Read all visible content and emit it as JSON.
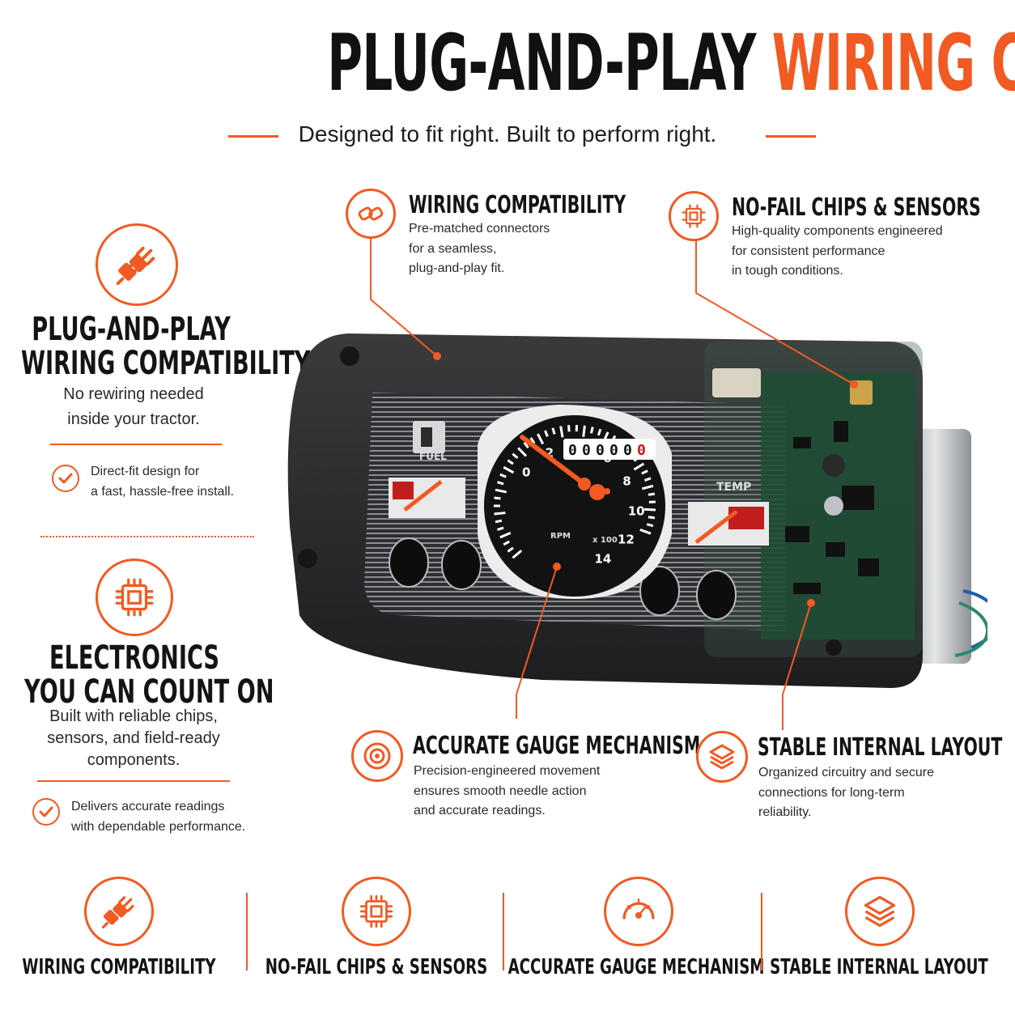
{
  "colors": {
    "accent": "#f15a22",
    "dark": "#141414",
    "panel": "#2b2b2d",
    "pcb": "#1f4d34"
  },
  "title": {
    "part1": "PLUG-AND-PLAY",
    "part2": "WIRING COMPATIBILITY"
  },
  "subtitle": "Designed to fit right. Built to perform right.",
  "left": {
    "block1": {
      "icon": "plug-icon",
      "heading_line1": "PLUG-AND-PLAY",
      "heading_line2": "WIRING COMPATIBILITY",
      "desc_line1": "No rewiring needed",
      "desc_line2": "inside your tractor.",
      "check_line1": "Direct-fit design for",
      "check_line2": "a fast, hassle-free install."
    },
    "block2": {
      "icon": "chip-icon",
      "heading_line1": "ELECTRONICS",
      "heading_line2": "YOU CAN COUNT ON",
      "desc_line1": "Built with reliable chips,",
      "desc_line2": "sensors, and field-ready",
      "desc_line3": "components.",
      "check_line1": "Delivers accurate readings",
      "check_line2": "with dependable performance."
    }
  },
  "callouts": {
    "wiring": {
      "icon": "link-icon",
      "title": "WIRING COMPATIBILITY",
      "line1": "Pre-matched connectors",
      "line2": "for a seamless,",
      "line3": "plug-and-play fit."
    },
    "chips": {
      "icon": "chip-icon",
      "title": "NO-FAIL CHIPS & SENSORS",
      "line1": "High-quality components engineered",
      "line2": "for consistent performance",
      "line3": "in tough conditions."
    },
    "gauge": {
      "icon": "target-icon",
      "title": "ACCURATE GAUGE MECHANISM",
      "line1": "Precision-engineered movement",
      "line2": "ensures smooth needle action",
      "line3": "and accurate readings."
    },
    "layout": {
      "icon": "layers-icon",
      "title": "STABLE INTERNAL LAYOUT",
      "line1": "Organized circuitry and secure",
      "line2": "connections for long-term",
      "line3": "reliability."
    }
  },
  "device": {
    "fuel_label": "FUEL",
    "temp_label": "TEMP",
    "rpm_label": "RPM",
    "rpm_unit": "x 100",
    "odometer": [
      "0",
      "0",
      "0",
      "0",
      "0",
      "0"
    ],
    "ticks": [
      "0",
      "2",
      "4",
      "6",
      "8",
      "10",
      "12",
      "14"
    ]
  },
  "bottom": [
    {
      "icon": "plug-icon",
      "label": "WIRING COMPATIBILITY"
    },
    {
      "icon": "chip-icon",
      "label": "NO-FAIL CHIPS & SENSORS"
    },
    {
      "icon": "speedometer-icon",
      "label": "ACCURATE GAUGE MECHANISM"
    },
    {
      "icon": "layers-icon",
      "label": "STABLE INTERNAL LAYOUT"
    }
  ]
}
